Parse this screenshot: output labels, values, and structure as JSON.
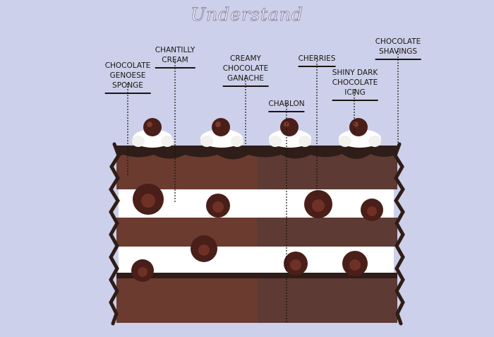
{
  "title": "Understand",
  "labels": [
    {
      "id": "genoese",
      "text": "CHOCOLATE\nGENOESE\nSPONGE"
    },
    {
      "id": "chantilly",
      "text": "CHANTILLY\nCREAM"
    },
    {
      "id": "ganache",
      "text": "CREAMY\nCHOCOLATE\nGANACHE"
    },
    {
      "id": "chablon",
      "text": "CHABLON"
    },
    {
      "id": "cherries",
      "text": "CHERRIES"
    },
    {
      "id": "icing",
      "text": "SHINY DARK\nCHOCOLATE\nICING"
    },
    {
      "id": "shavings",
      "text": "CHOCOLATE\nSHAVINGS"
    }
  ],
  "colors": {
    "background": "#cdd0ea",
    "sponge": "#6b3b30",
    "sponge_cut": "#5d3a33",
    "cream": "#ffffff",
    "icing": "#2e1d18",
    "cherry": "#4a1e19",
    "leader": "#1a1512"
  }
}
